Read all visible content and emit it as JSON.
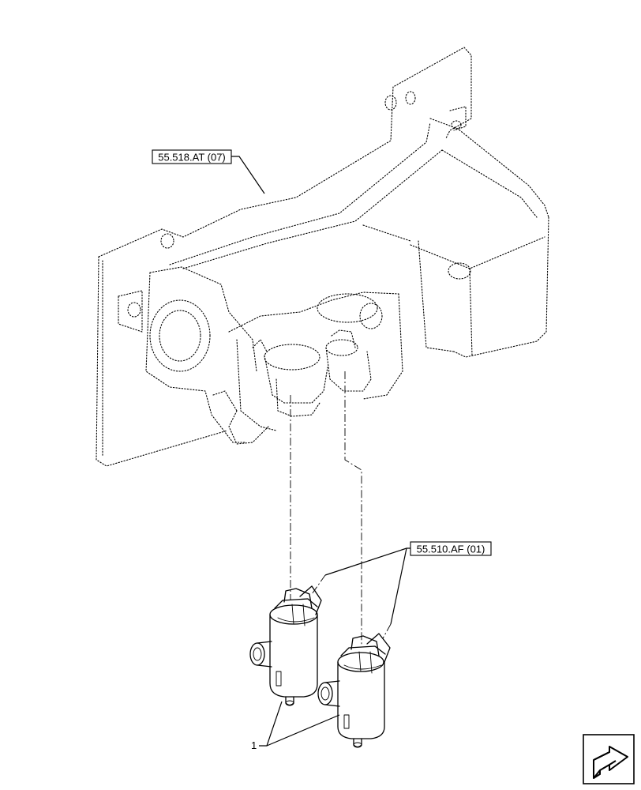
{
  "callouts": {
    "ref_top": "55.518.AT (07)",
    "ref_pumps": "55.510.AF (01)",
    "item_number": "1"
  },
  "nav": {
    "icon": "next-page-arrow-icon"
  }
}
